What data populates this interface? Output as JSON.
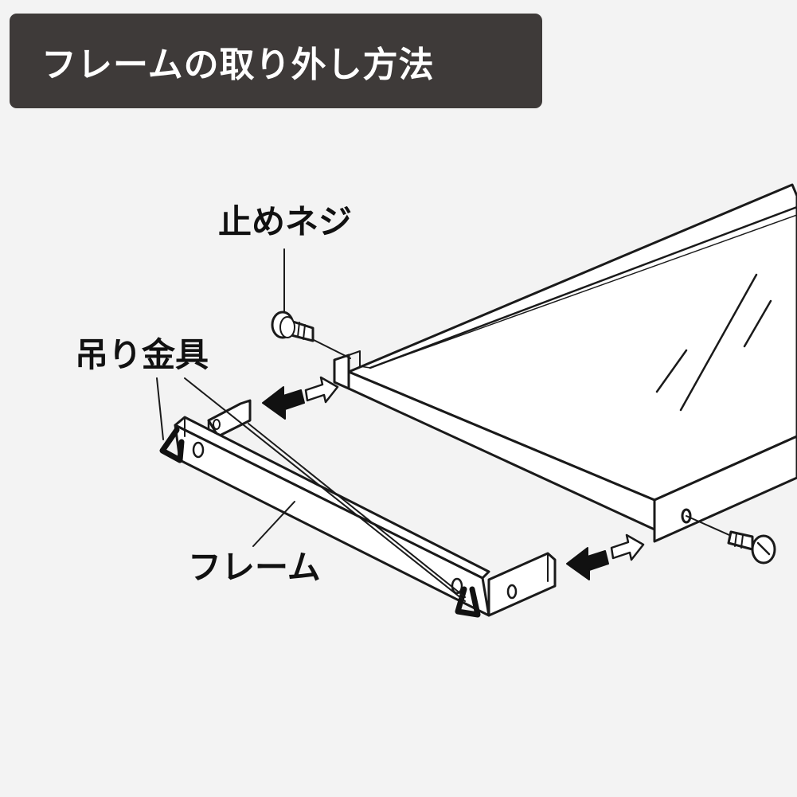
{
  "title": "フレームの取り外し方法",
  "labels": {
    "screw": "止めネジ",
    "hanger": "吊り金具",
    "frame": "フレーム"
  },
  "colors": {
    "background": "#f3f3f3",
    "title_background": "#3e3a39",
    "title_text": "#ffffff",
    "line": "#1a1a1a"
  },
  "icons": [
    "screw-icon",
    "arrow-left-icon",
    "arrow-right-outline-icon",
    "hanger-icon"
  ]
}
